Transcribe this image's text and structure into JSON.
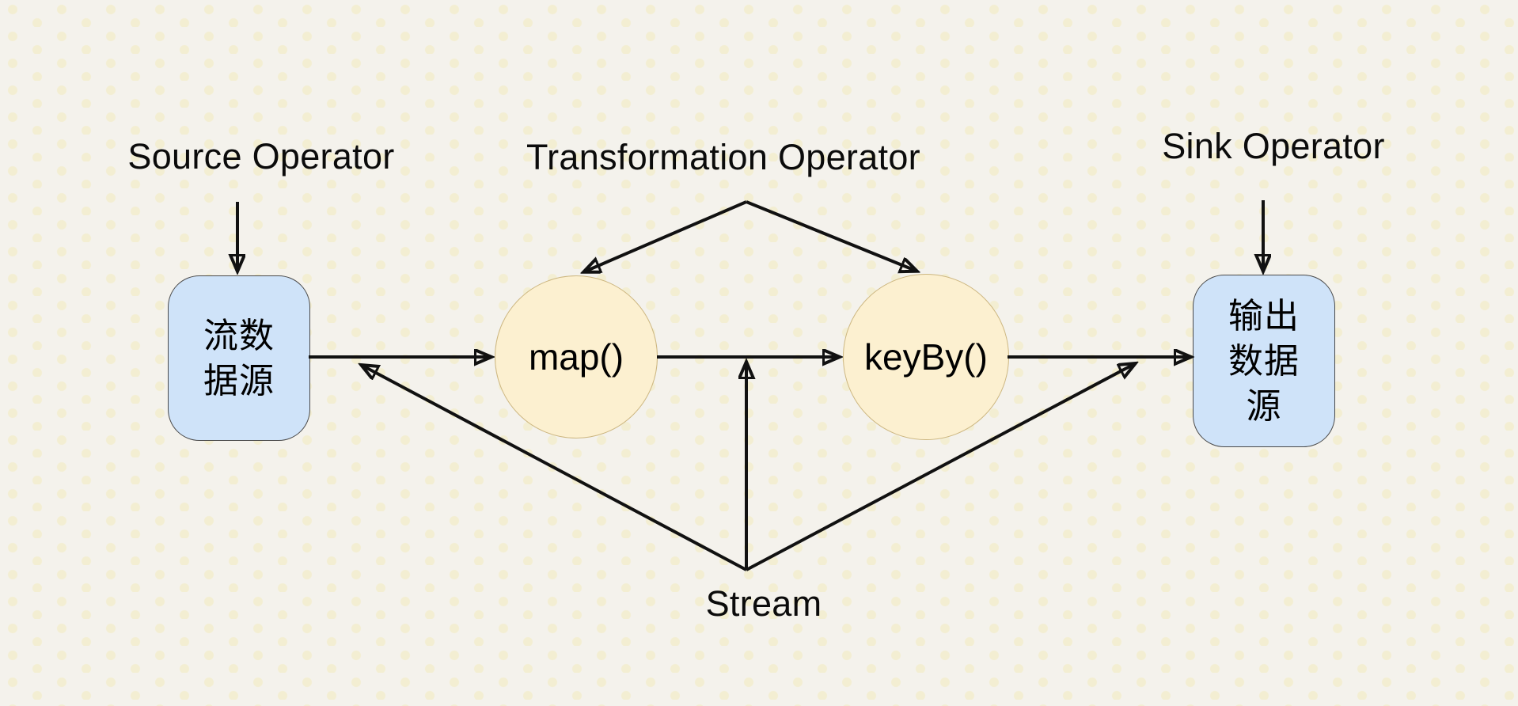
{
  "labels": {
    "source_operator": "Source Operator",
    "transformation_operator": "Transformation Operator",
    "sink_operator": "Sink Operator",
    "stream": "Stream"
  },
  "nodes": {
    "source": {
      "shape": "rounded-rect",
      "text": "流数据源",
      "lines": [
        "流数",
        "据源"
      ],
      "fill": "#cfe3f9"
    },
    "map": {
      "shape": "circle",
      "label": "map()",
      "fill": "#fcf0d0"
    },
    "keyby": {
      "shape": "circle",
      "label": "keyBy()",
      "fill": "#fcf0d0"
    },
    "sink": {
      "shape": "rounded-rect",
      "text": "输出数据源",
      "lines": [
        "输出",
        "数据",
        "源"
      ],
      "fill": "#cfe3f9"
    }
  },
  "colors": {
    "background": "#f4f2ec",
    "background_dots": "#f3eed2",
    "blue_node_fill": "#cfe3f9",
    "yellow_node_fill": "#fcf0d0",
    "node_border_dark": "#4a4a4a",
    "circle_border_tan": "#cdb781",
    "edge_stroke": "#111111",
    "text": "#0b0b0b"
  }
}
